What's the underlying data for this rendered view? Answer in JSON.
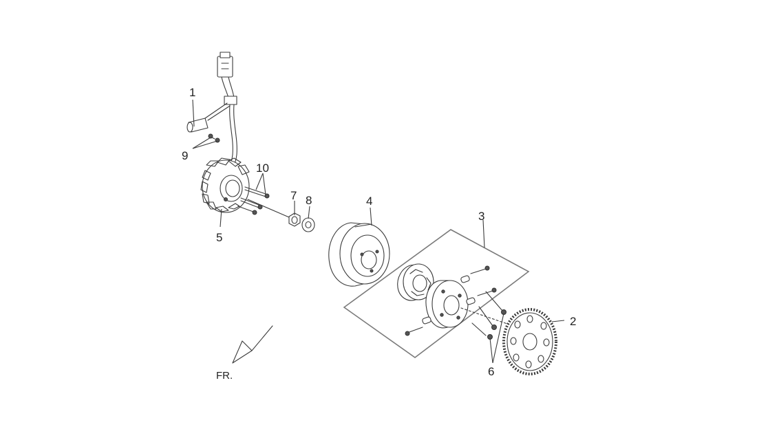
{
  "callouts": {
    "c1": "1",
    "c2": "2",
    "c3": "3",
    "c4": "4",
    "c5": "5",
    "c6": "6",
    "c7": "7",
    "c8": "8",
    "c9": "9",
    "c10": "10"
  },
  "direction_label": "FR.",
  "colors": {
    "line": "#3a3a3a",
    "frame": "#7a7a7a",
    "background": "#ffffff"
  }
}
